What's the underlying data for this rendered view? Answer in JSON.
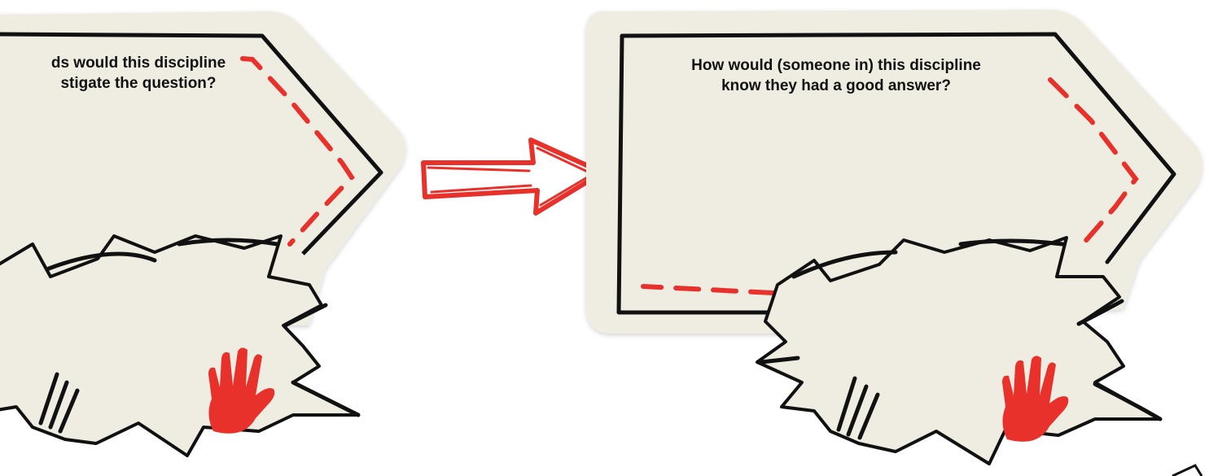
{
  "cards": [
    {
      "line1": "ds would this discipline",
      "line2": "stigate the question?"
    },
    {
      "line1": "How would (someone in) this discipline",
      "line2": "know they had a good answer?"
    }
  ],
  "colors": {
    "card_fill": "#efede2",
    "outline": "#111111",
    "accent_red": "#e8312a"
  },
  "icons": [
    "arrow-right-icon",
    "hand-icon",
    "explosion-splat"
  ]
}
